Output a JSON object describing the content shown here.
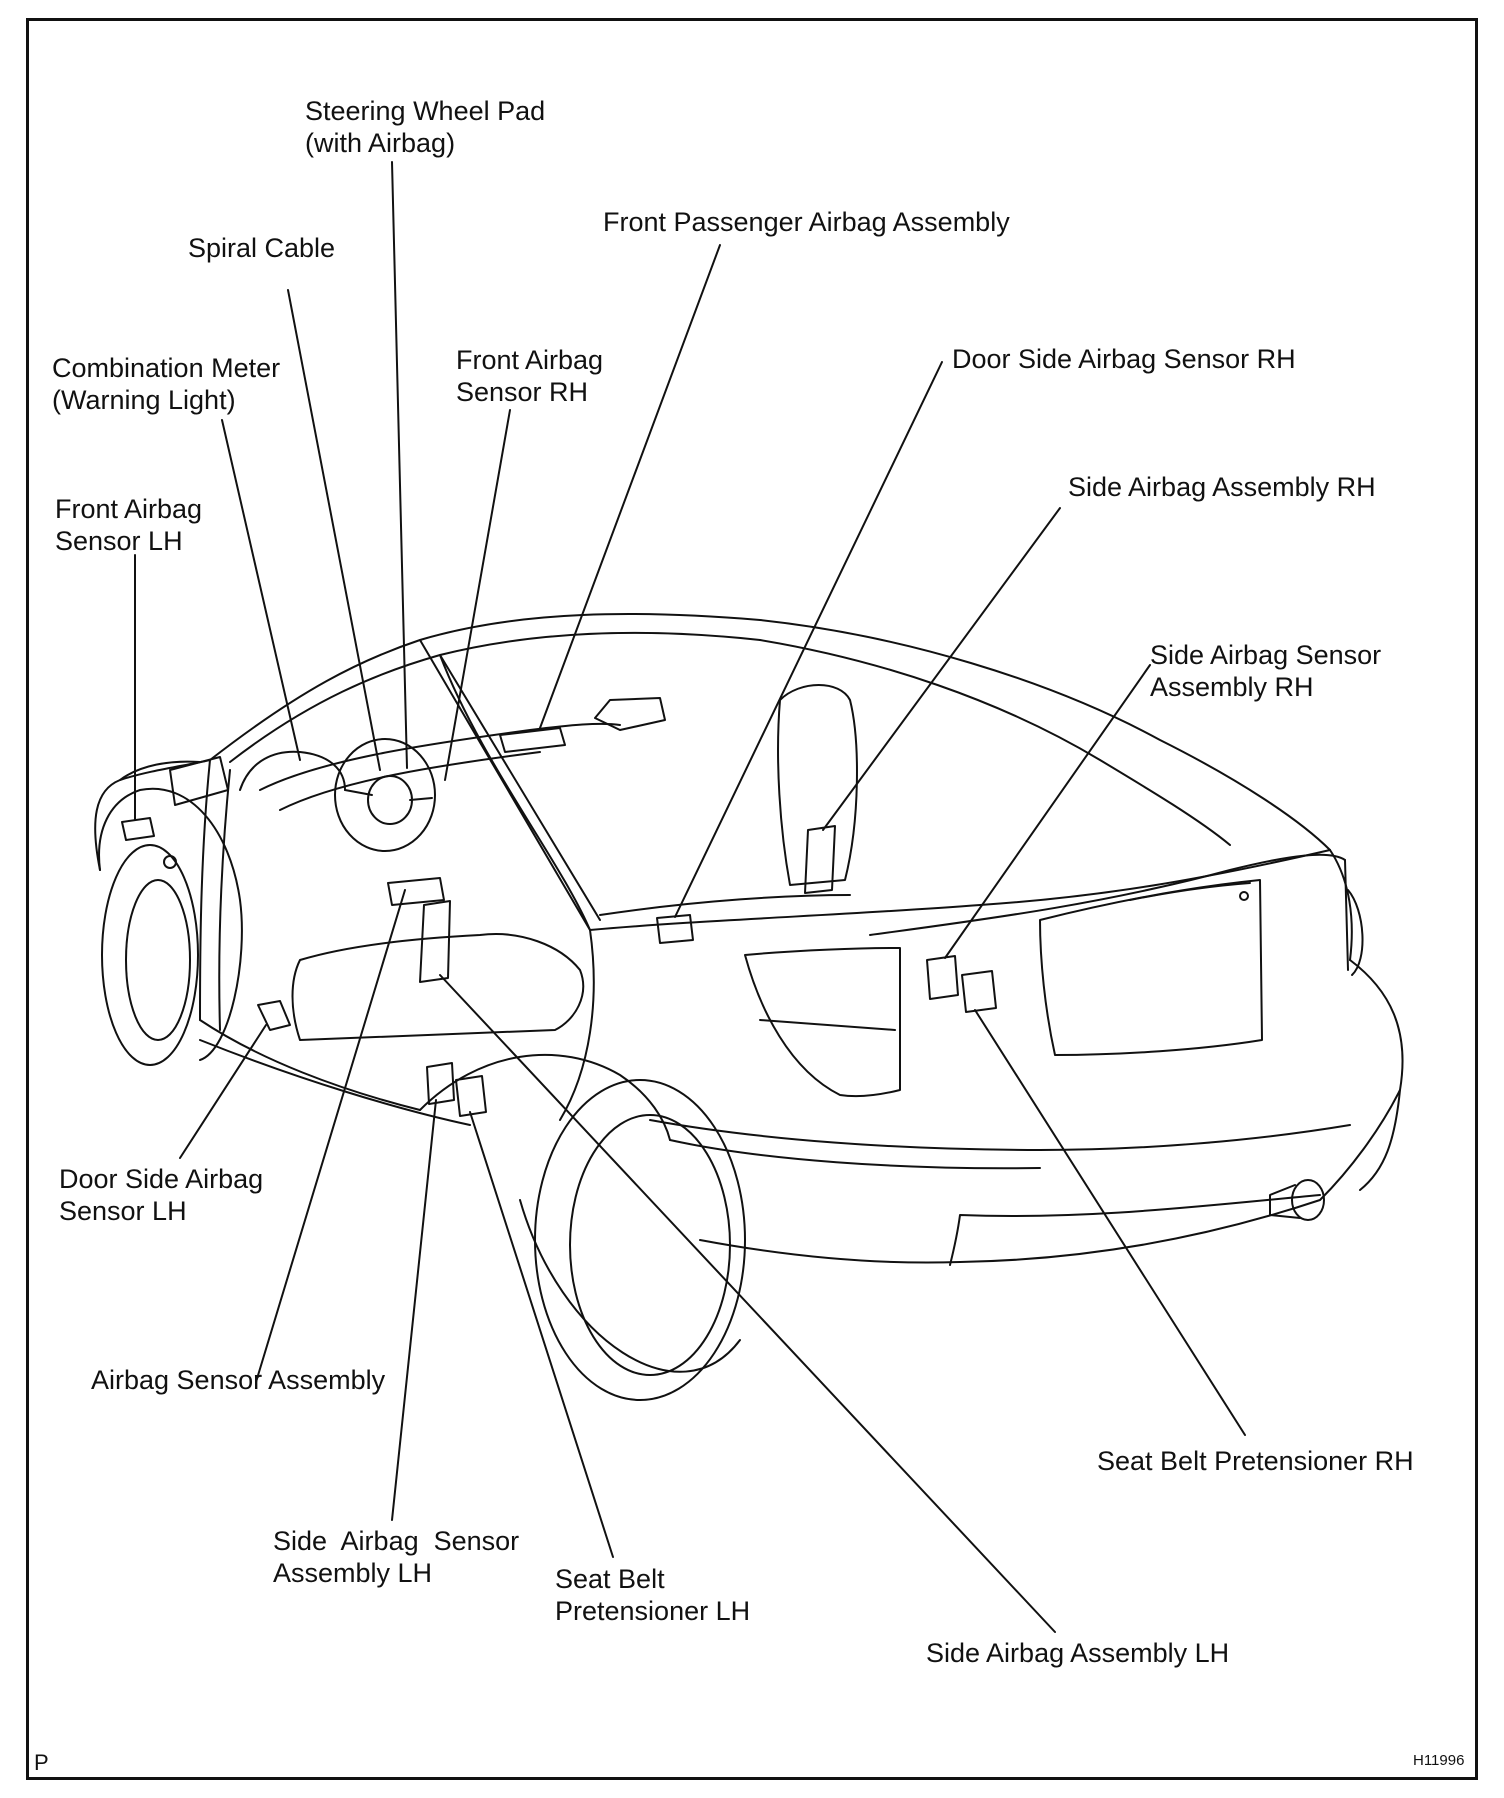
{
  "labels": {
    "steering_wheel_pad": "Steering Wheel Pad\n(with Airbag)",
    "spiral_cable": "Spiral Cable",
    "front_passenger_airbag": "Front Passenger Airbag Assembly",
    "combination_meter": "Combination Meter\n(Warning Light)",
    "front_airbag_sensor_rh": "Front Airbag\nSensor RH",
    "door_side_airbag_sensor_rh": "Door Side Airbag Sensor RH",
    "front_airbag_sensor_lh": "Front Airbag\nSensor LH",
    "side_airbag_assembly_rh": "Side Airbag Assembly RH",
    "side_airbag_sensor_assembly_rh": "Side Airbag Sensor\nAssembly RH",
    "door_side_airbag_sensor_lh": "Door Side Airbag\nSensor LH",
    "airbag_sensor_assembly": "Airbag Sensor Assembly",
    "seat_belt_pretensioner_rh": "Seat Belt Pretensioner RH",
    "side_airbag_sensor_assembly_lh": "Side  Airbag  Sensor\nAssembly LH",
    "seat_belt_pretensioner_lh": "Seat Belt\nPretensioner LH",
    "side_airbag_assembly_lh": "Side Airbag Assembly LH"
  },
  "corner_mark": "P",
  "figure_id": "H11996"
}
